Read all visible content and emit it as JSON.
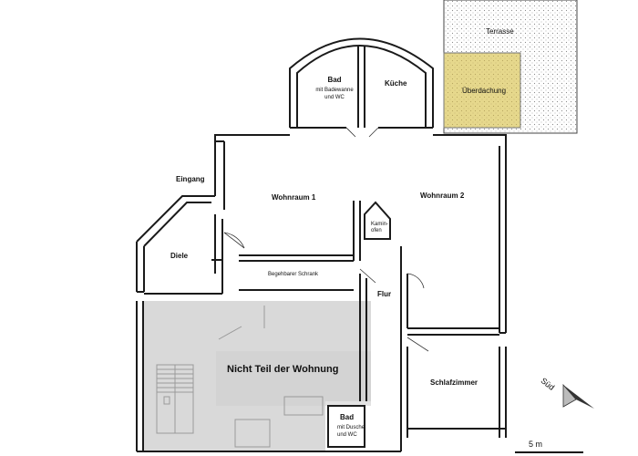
{
  "rooms": {
    "terrasse": "Terrasse",
    "ueberdachung": "Überdachung",
    "bad_oben": "Bad",
    "bad_oben_note_1": "mit Badewanne",
    "bad_oben_note_2": "und WC",
    "kueche": "Küche",
    "eingang": "Eingang",
    "wohnraum_1": "Wohnraum 1",
    "wohnraum_2": "Wohnraum 2",
    "kamin_1": "Kamin-",
    "kamin_2": "ofen",
    "diele": "Diele",
    "schrank": "Begehbarer Schrank",
    "flur": "Flur",
    "nicht_teil": "Nicht Teil der Wohnung",
    "schlafzimmer": "Schlafzimmer",
    "bad_unten": "Bad",
    "bad_unten_note_1": "mit Dusche",
    "bad_unten_note_2": "und WC"
  },
  "compass": {
    "label": "Süd"
  },
  "scale": {
    "label": "5 m"
  },
  "colors": {
    "wall": "#1a1a1a",
    "excluded_area": "#d9d9d9",
    "canopy": "#e6d88c",
    "terrace_dots": "#888888"
  }
}
